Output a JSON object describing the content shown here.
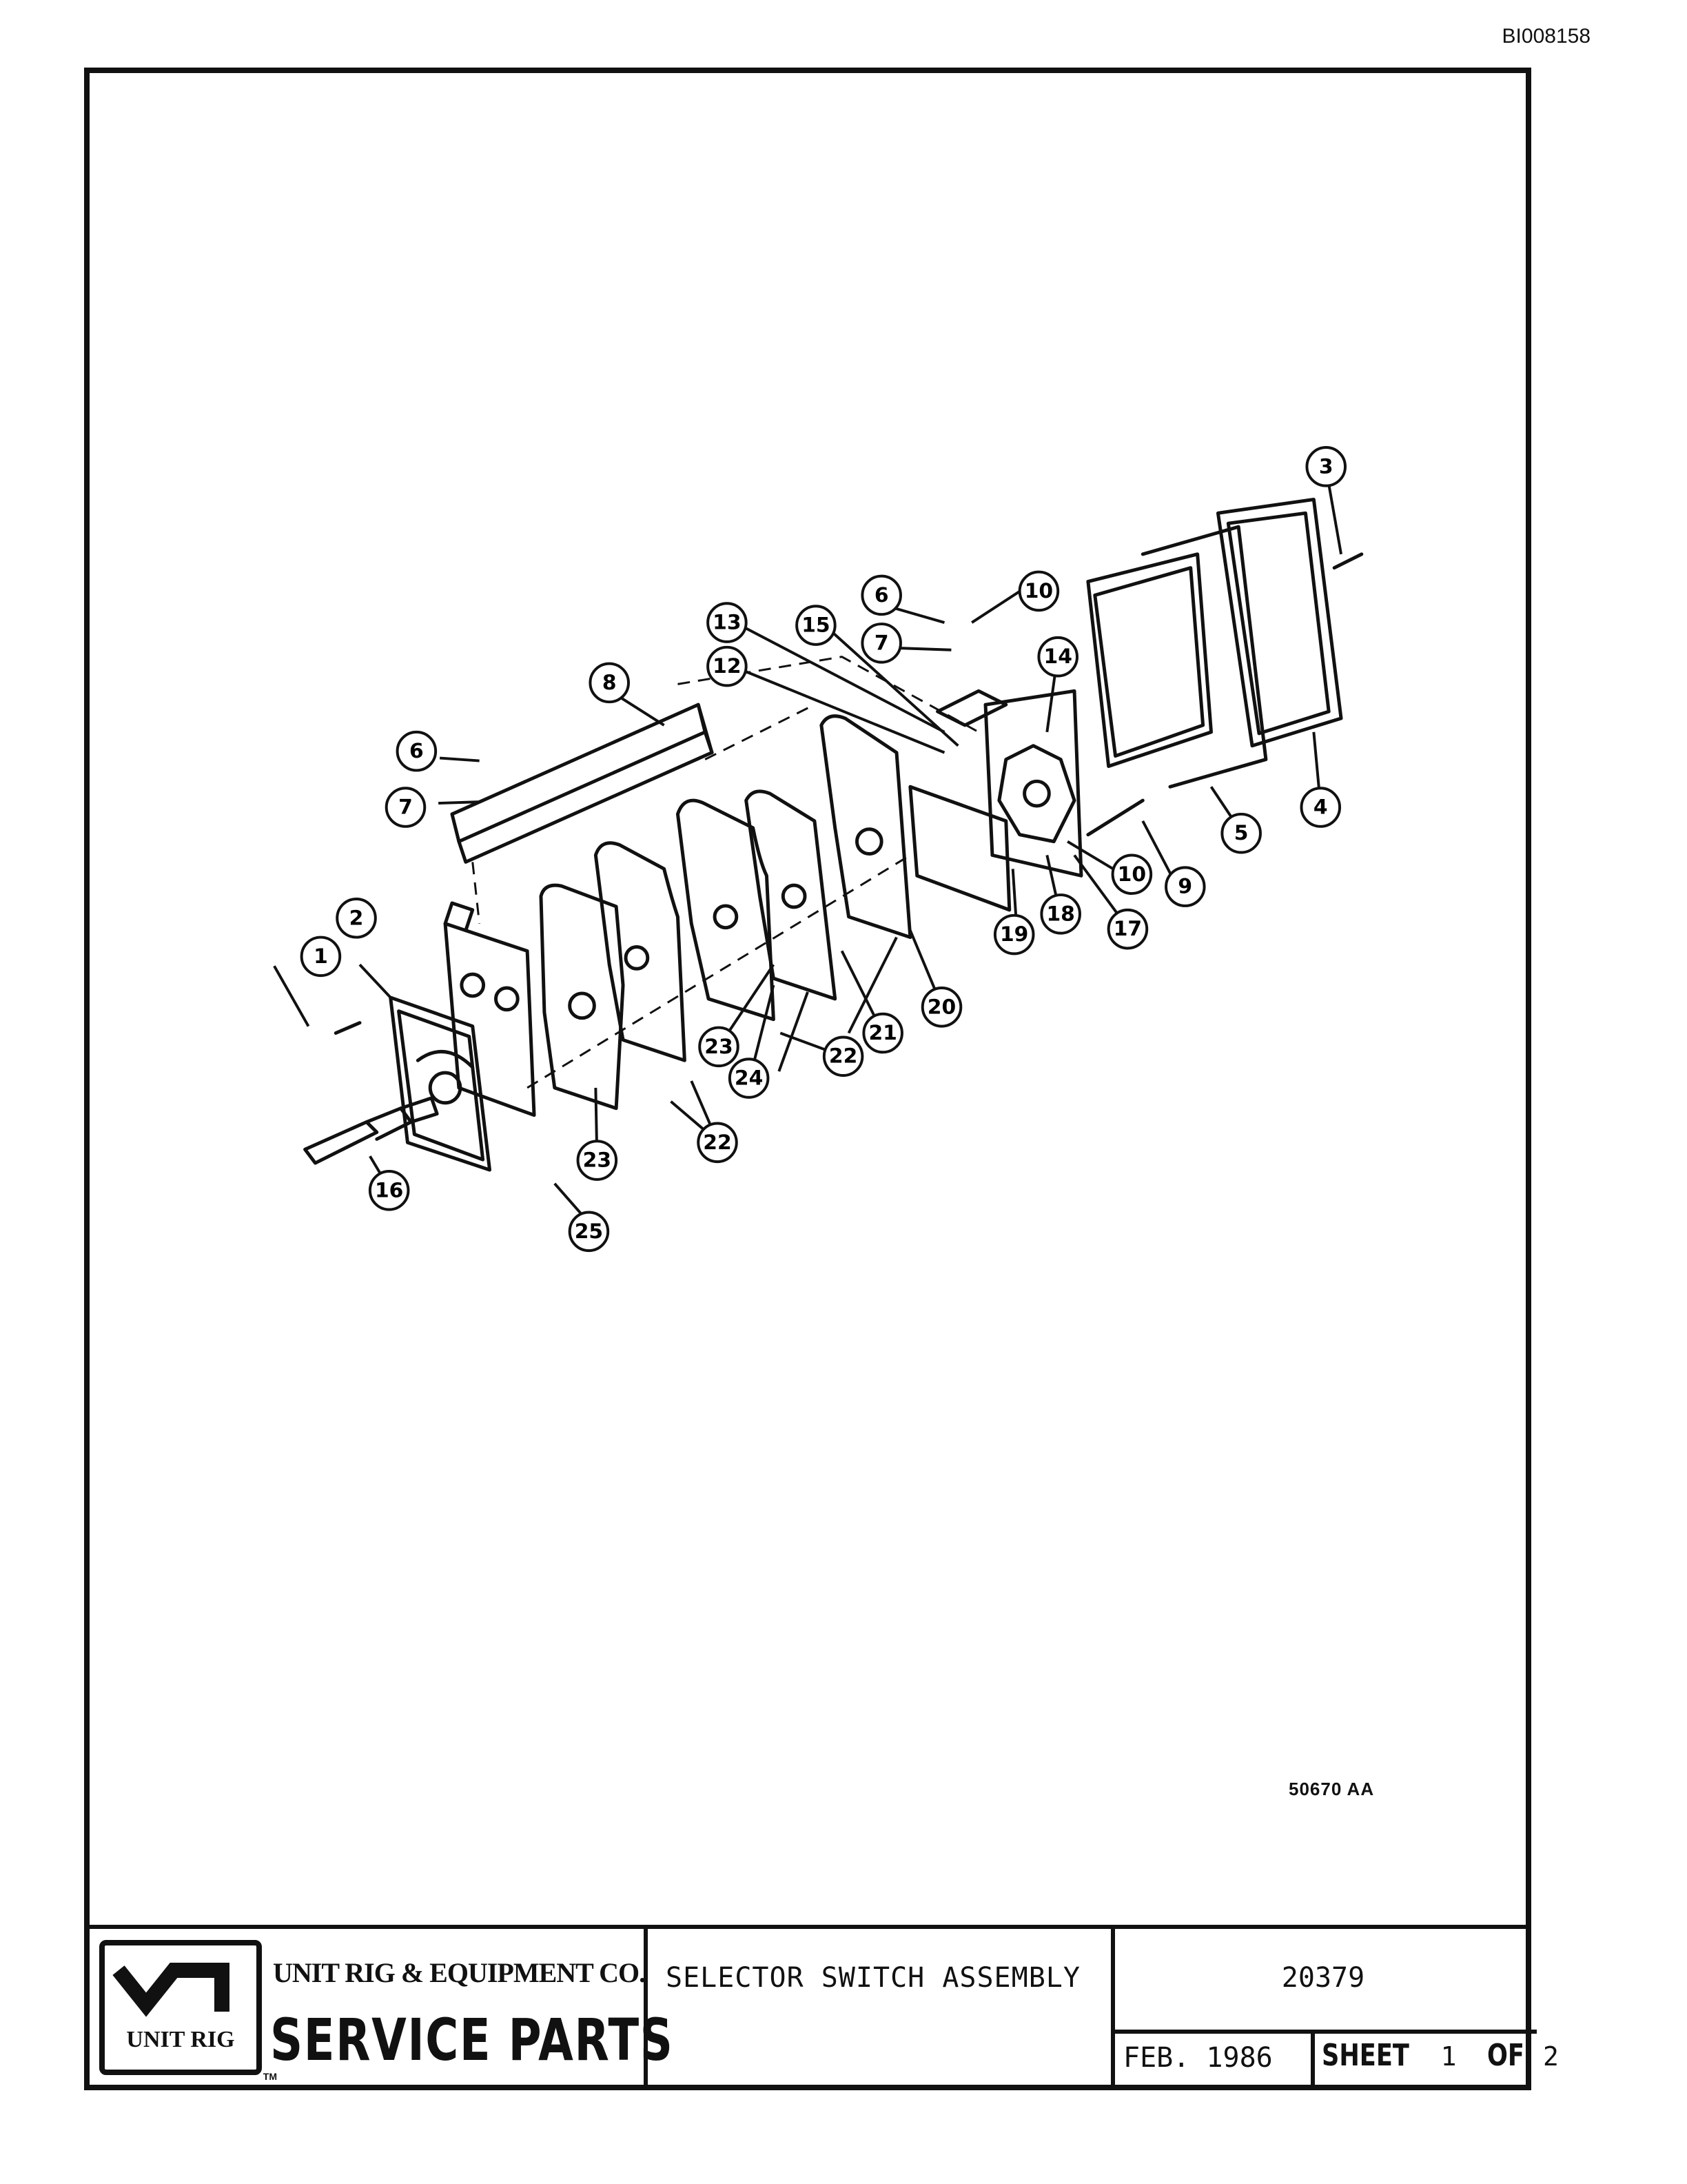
{
  "document_id": "BI008158",
  "figure_code": "50670 AA",
  "callouts": [
    "1",
    "2",
    "3",
    "4",
    "5",
    "6",
    "6",
    "7",
    "7",
    "8",
    "9",
    "10",
    "10",
    "12",
    "13",
    "14",
    "15",
    "16",
    "17",
    "18",
    "19",
    "20",
    "21",
    "22",
    "22",
    "23",
    "23",
    "24",
    "25"
  ],
  "title_block": {
    "logo_text": "UNIT RIG",
    "trademark": "TM",
    "company": "UNIT RIG & EQUIPMENT CO.",
    "service_parts": "SERVICE PARTS",
    "title": "SELECTOR SWITCH ASSEMBLY",
    "number": "20379",
    "date": "FEB. 1986",
    "sheet_label": "SHEET",
    "sheet_num": "1",
    "of_label": "OF",
    "sheet_total": "2"
  }
}
